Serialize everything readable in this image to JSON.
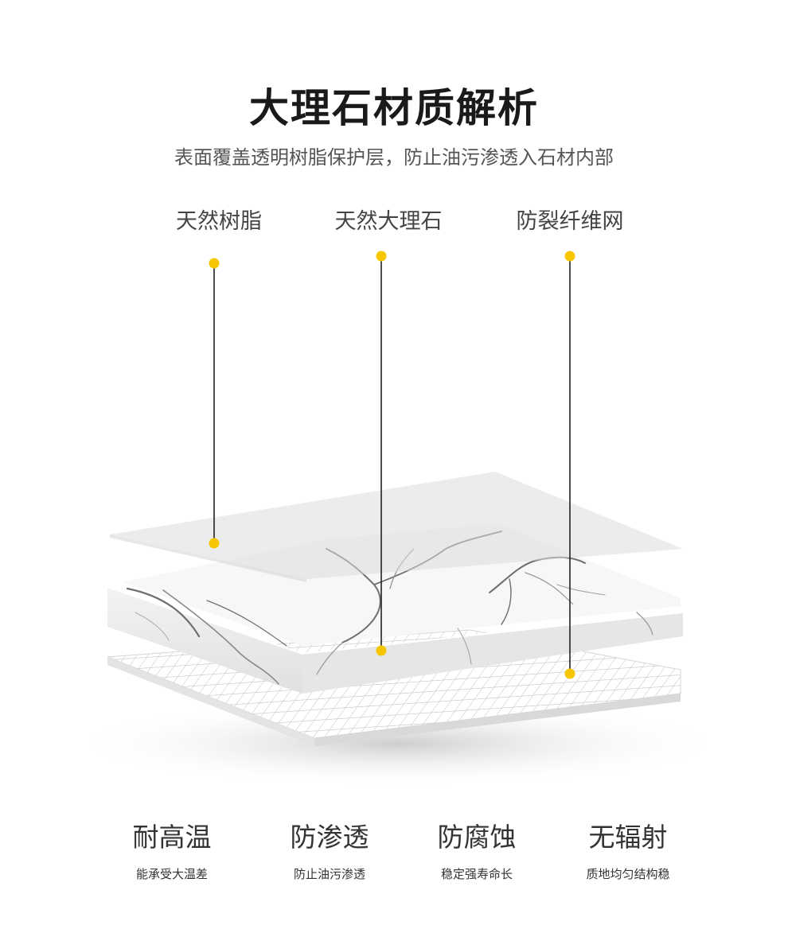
{
  "header": {
    "title": "大理石材质解析",
    "subtitle": "表面覆盖透明树脂保护层，防止油污渗透入石材内部"
  },
  "layers": [
    {
      "label": "天然树脂"
    },
    {
      "label": "天然大理石"
    },
    {
      "label": "防裂纤维网"
    }
  ],
  "colors": {
    "accent_dot": "#f7c600",
    "leader_line": "#222222"
  },
  "features": [
    {
      "title": "耐高温",
      "subtitle": "能承受大温差"
    },
    {
      "title": "防渗透",
      "subtitle": "防止油污渗透"
    },
    {
      "title": "防腐蚀",
      "subtitle": "稳定强寿命长"
    },
    {
      "title": "无辐射",
      "subtitle": "质地均匀结构稳"
    }
  ]
}
